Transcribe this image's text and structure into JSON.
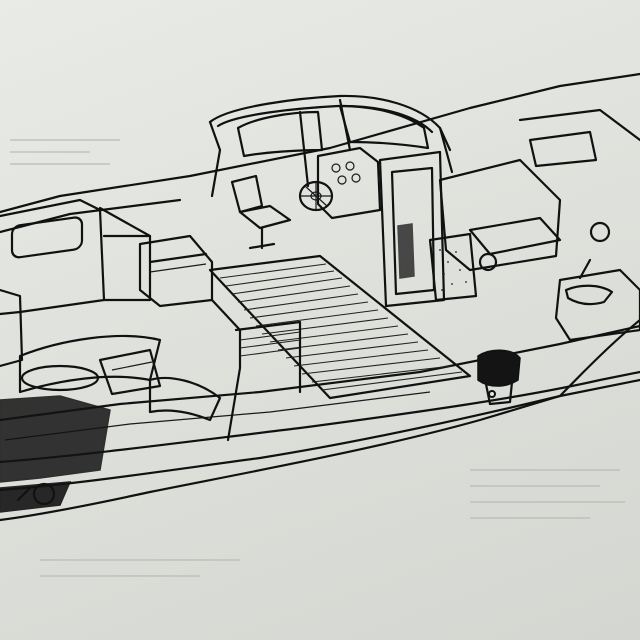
{
  "figure": {
    "palette": {
      "paper": "#e4e6e1",
      "ink": "#111111",
      "ghost_text": "#b9bbb7"
    },
    "components": [
      "hull",
      "windshield-frame",
      "steering-wheel",
      "helm-seat",
      "instrument-panel",
      "bow-cabin",
      "cabin-window",
      "deck-planks",
      "bench-seat",
      "companionway-door",
      "aft-seat",
      "stern-sink",
      "outboard-engine",
      "cushion-v-berth"
    ]
  }
}
